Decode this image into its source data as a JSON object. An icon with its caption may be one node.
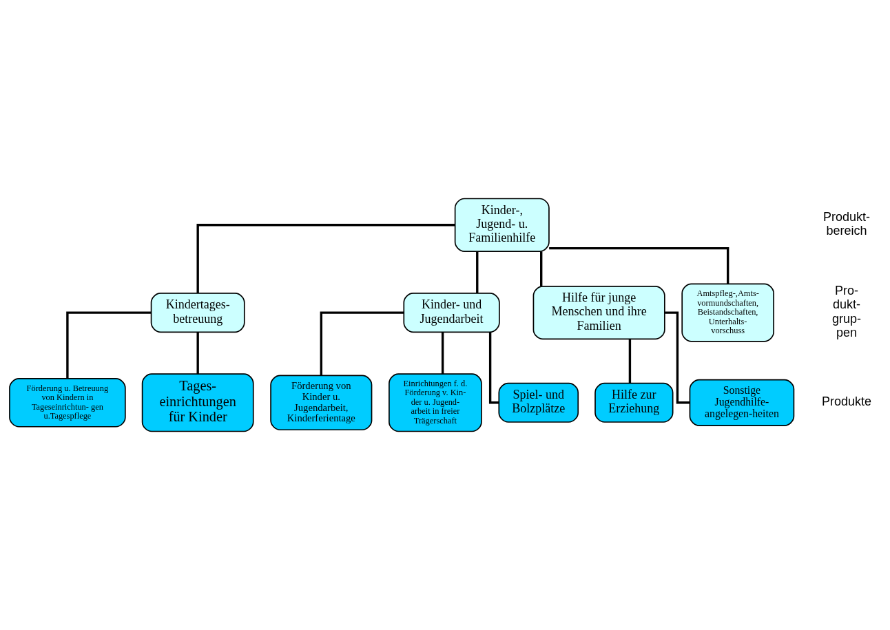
{
  "diagram": {
    "nodes": [
      {
        "text": [
          "Kinder-, Jugend- u. Familienhilfe"
        ]
      },
      {
        "text": [
          "Kindertages- betreuung"
        ]
      },
      {
        "text": [
          "Kinder- und Jugendarbeit"
        ]
      },
      {
        "text": [
          "Hilfe für junge Menschen und ihre Familien"
        ]
      },
      {
        "text": [
          "Amtspfleg-,Amts- vormundschaften, Beistandschaften, Unterhalts- vorschuss"
        ]
      },
      {
        "text": [
          "Förderung u. Betreuung von Kindern in Tageseinrichtun- gen u.Tagespflege"
        ]
      },
      {
        "text": [
          "Tages- einrichtungen für Kinder"
        ]
      },
      {
        "text": [
          "Förderung von Kinder u. Jugendarbeit, Kinderferientage"
        ]
      },
      {
        "text": [
          "Einrichtungen f. d. Förderung v. Kin- der u. Jugend- arbeit in freier Trägerschaft"
        ]
      },
      {
        "text": [
          "Spiel- und Bolzplätze"
        ]
      },
      {
        "text": [
          "Hilfe zur Erziehung"
        ]
      },
      {
        "text": [
          "Sonstige Jugendhilfe- angelegen-heiten"
        ]
      }
    ],
    "edges": [
      {
        "from": 0,
        "to": 1,
        "arrow": "none"
      },
      {
        "from": 0,
        "to": 2,
        "arrow": "none"
      },
      {
        "from": 0,
        "to": 3,
        "arrow": "none"
      },
      {
        "from": 0,
        "to": 4,
        "arrow": "none"
      },
      {
        "from": 1,
        "to": 5,
        "arrow": "none"
      },
      {
        "from": 1,
        "to": 6,
        "arrow": "none"
      },
      {
        "from": 2,
        "to": 7,
        "arrow": "none"
      },
      {
        "from": 2,
        "to": 8,
        "arrow": "none"
      },
      {
        "from": 2,
        "to": 9,
        "arrow": "none"
      },
      {
        "from": 3,
        "to": 10,
        "arrow": "none"
      },
      {
        "from": 3,
        "to": 11,
        "arrow": "none"
      }
    ],
    "labels": [
      "Produkt- bereich",
      "Pro- dukt- grup- pen",
      "Produkte"
    ]
  }
}
